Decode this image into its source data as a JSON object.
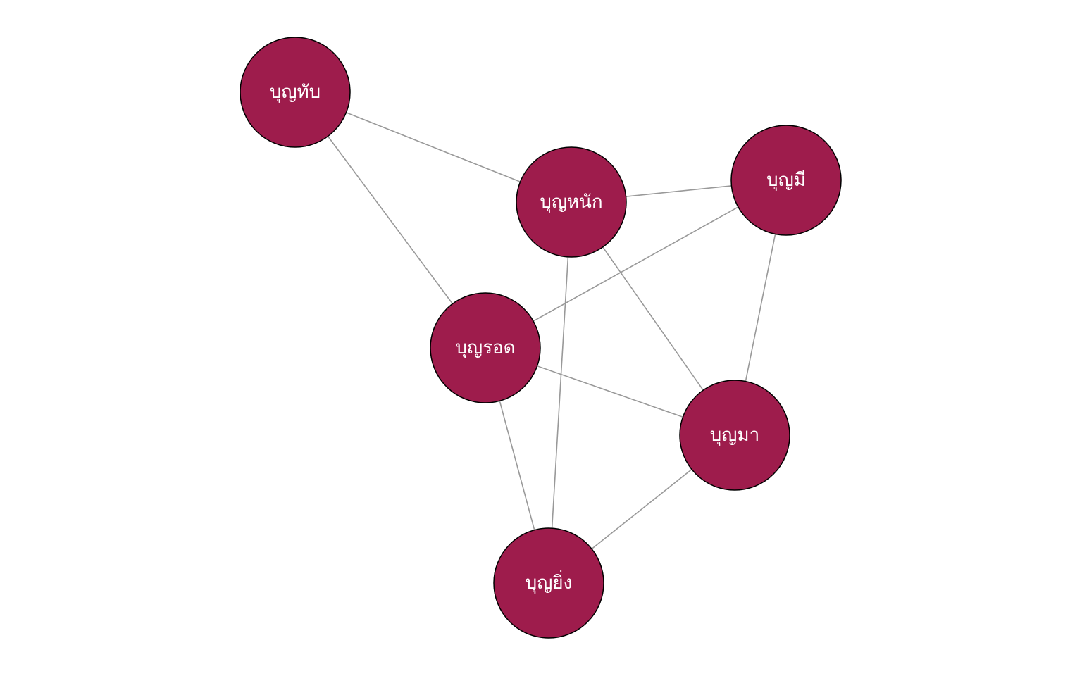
{
  "graph": {
    "node_color": "#9E1C4C",
    "edge_color": "#999999",
    "nodes": [
      {
        "id": "tap",
        "label": "บุญทับ"
      },
      {
        "id": "nak",
        "label": "บุญหนัก"
      },
      {
        "id": "mee",
        "label": "บุญมี"
      },
      {
        "id": "rod",
        "label": "บุญรอด"
      },
      {
        "id": "ma",
        "label": "บุญมา"
      },
      {
        "id": "ying",
        "label": "บุญยิ่ง"
      }
    ],
    "edges": [
      [
        "tap",
        "nak"
      ],
      [
        "tap",
        "rod"
      ],
      [
        "nak",
        "mee"
      ],
      [
        "nak",
        "ma"
      ],
      [
        "nak",
        "ying"
      ],
      [
        "mee",
        "rod"
      ],
      [
        "mee",
        "ma"
      ],
      [
        "rod",
        "ma"
      ],
      [
        "rod",
        "ying"
      ],
      [
        "ma",
        "ying"
      ]
    ]
  }
}
